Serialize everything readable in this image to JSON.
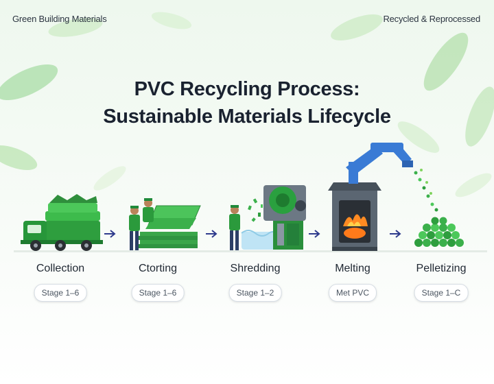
{
  "header": {
    "left_label": "Green Building Materials",
    "right_label": "Recycled & Reprocessed"
  },
  "title": {
    "line1": "PVC Recycling Process:",
    "line2": "Sustainable Materials Lifecycle"
  },
  "stages": [
    {
      "name": "Collection",
      "badge": "Stage 1–6"
    },
    {
      "name": "Ctorting",
      "badge": "Stage 1–6"
    },
    {
      "name": "Shredding",
      "badge": "Stage 1–2"
    },
    {
      "name": "Melting",
      "badge": "Met PVC"
    },
    {
      "name": "Pelletizing",
      "badge": "Stage 1–C"
    }
  ],
  "colors": {
    "green_dark": "#1f8a3a",
    "green_mid": "#38b34a",
    "green_light": "#7fd35c",
    "blue": "#3a7bd5",
    "fire": "#ff7a1a",
    "steel": "#55606b",
    "arrow": "#2d3a8c"
  }
}
